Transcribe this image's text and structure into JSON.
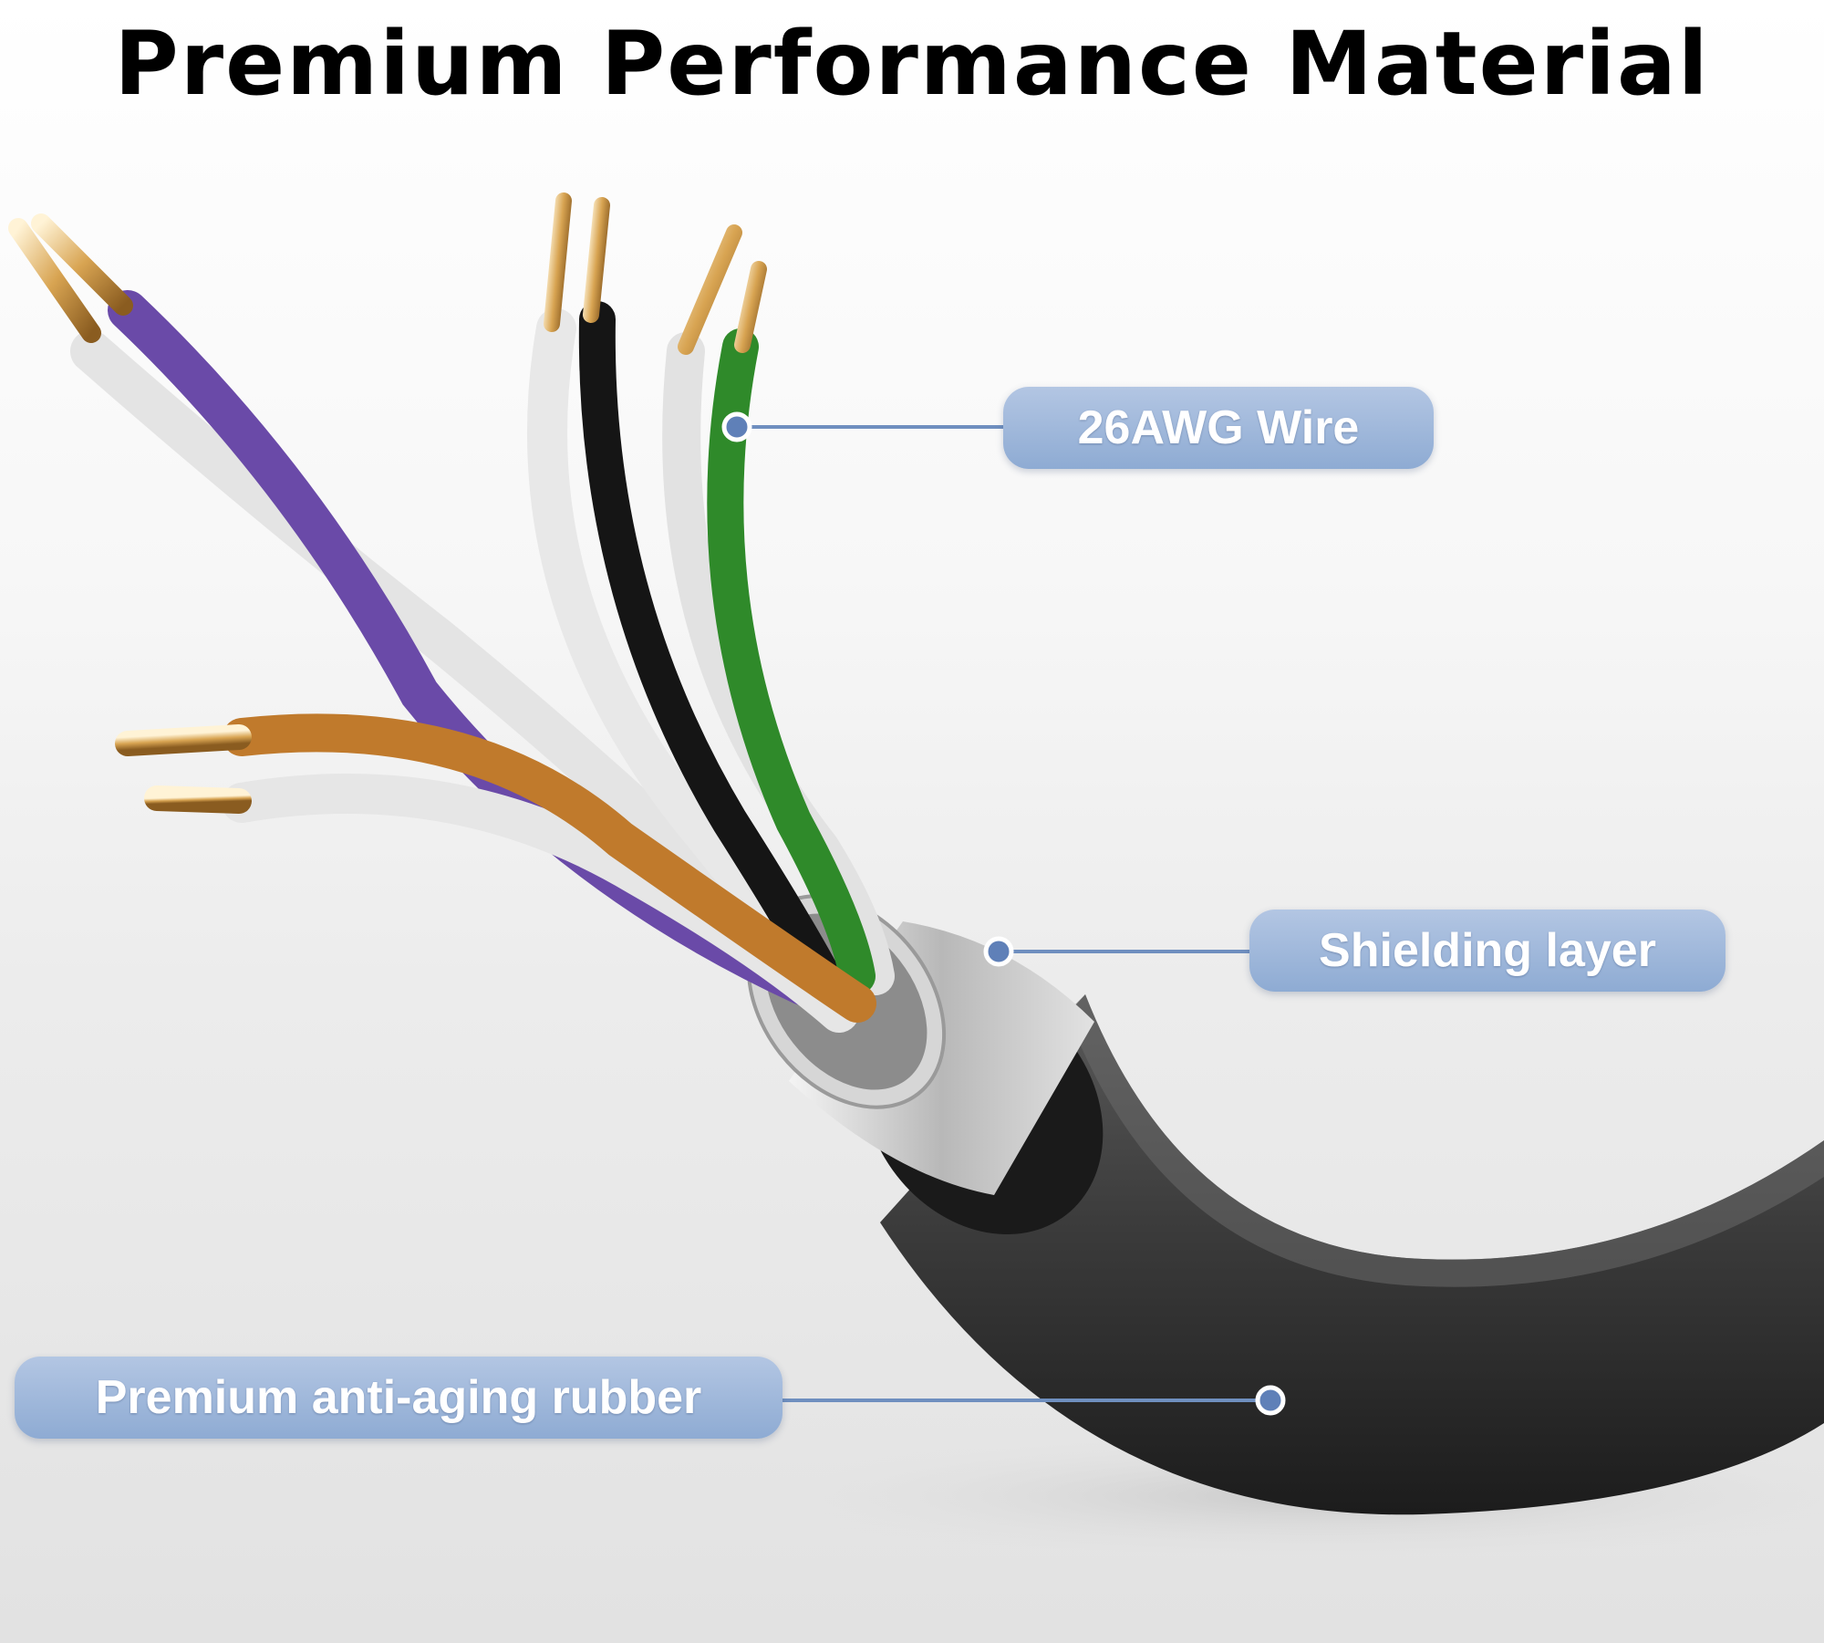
{
  "title": "Premium Performance Material",
  "callouts": {
    "wire": "26AWG Wire",
    "shield": "Shielding layer",
    "rubber": "Premium anti-aging rubber"
  },
  "colors": {
    "callout_fill": "#9fb7db",
    "leader_line": "#6f8fbf",
    "jacket": "#3a3a3a",
    "purple_wire": "#6a4aa8",
    "green_wire": "#2f8a2a",
    "orange_wire": "#c07a2c",
    "black_wire": "#151515",
    "white_wire": "#e6e6e6",
    "copper": "#d8a452"
  }
}
